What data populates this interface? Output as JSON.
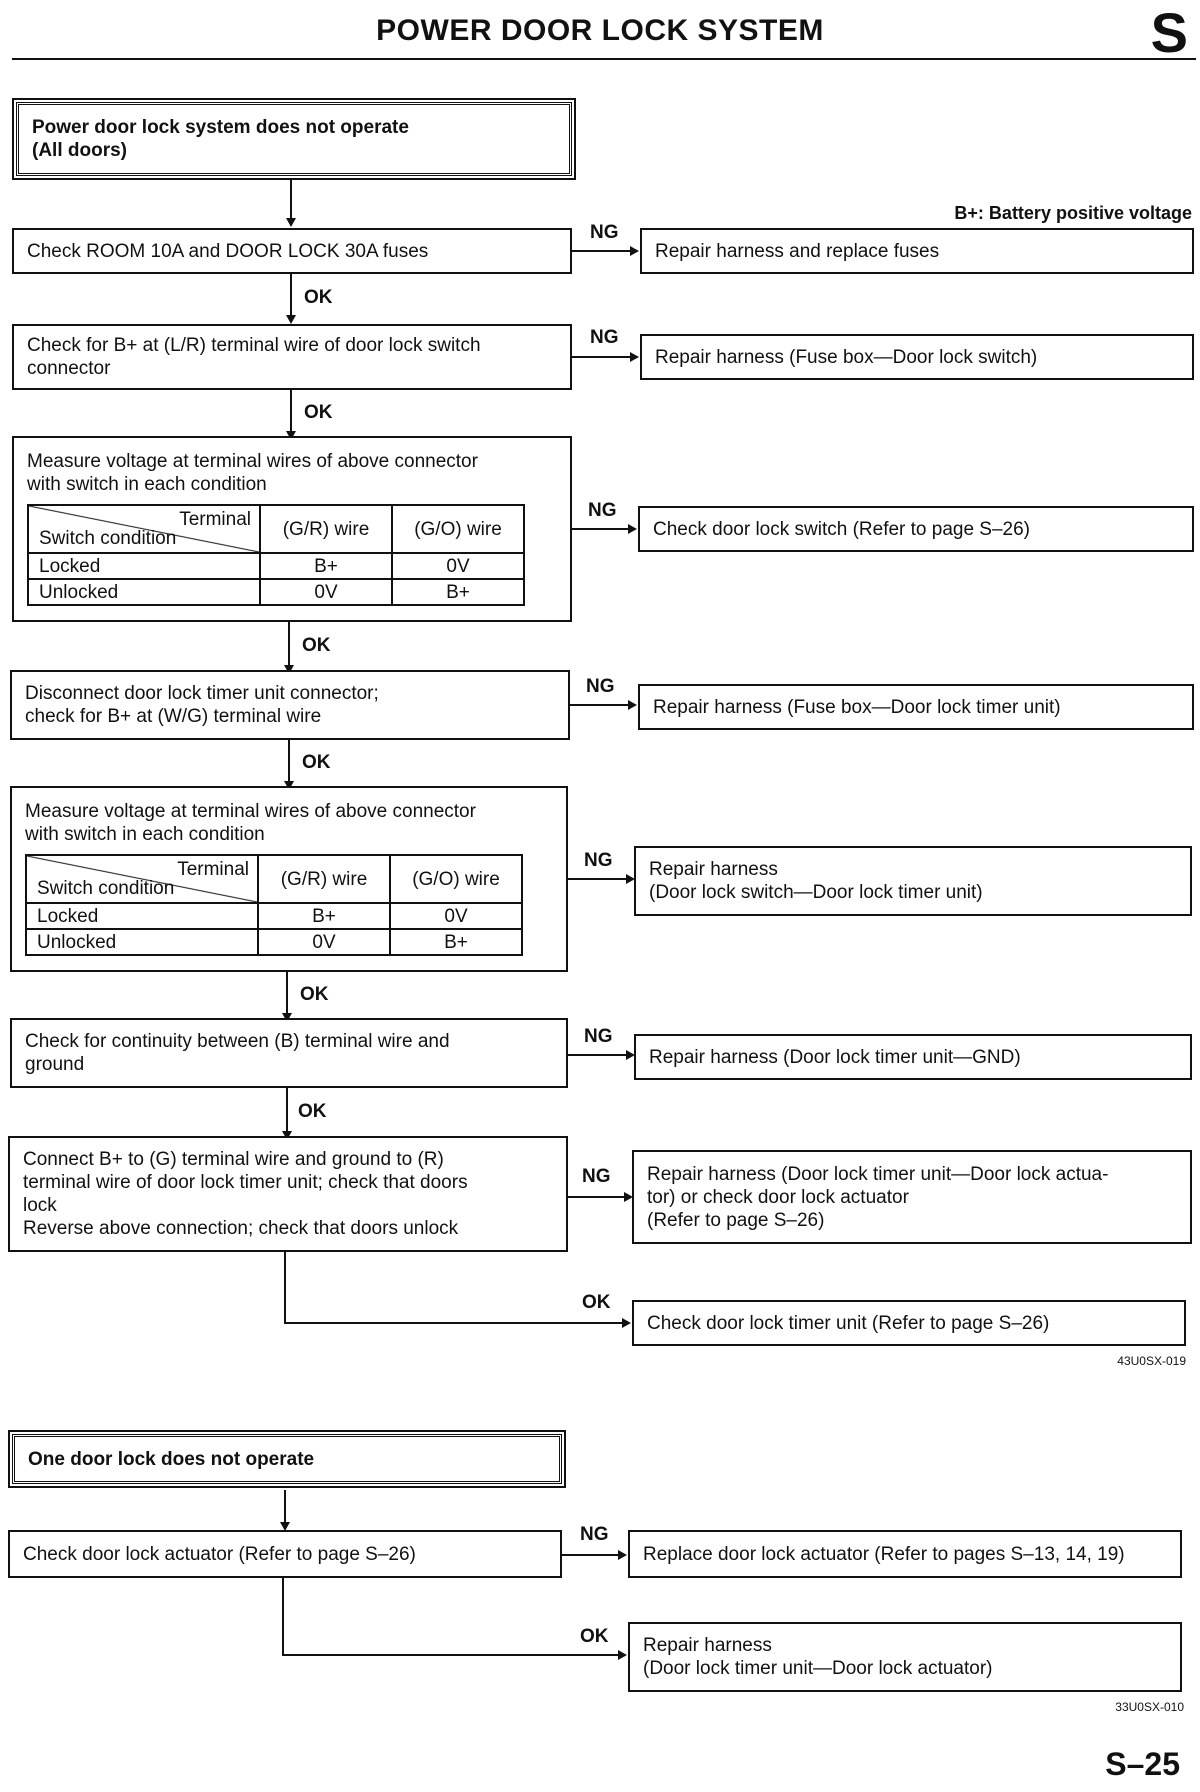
{
  "header": {
    "title": "POWER DOOR LOCK SYSTEM",
    "section_letter": "S"
  },
  "note": "B+: Battery positive voltage",
  "flow1": {
    "start": "Power door lock system does not operate\n(All doors)",
    "steps": [
      {
        "check": "Check ROOM 10A and DOOR LOCK 30A fuses",
        "ng": "Repair harness and replace fuses"
      },
      {
        "check": "Check for B+ at (L/R) terminal wire of door lock switch\nconnector",
        "ng": "Repair harness (Fuse box—Door lock switch)"
      },
      {
        "check": "Measure voltage at terminal wires of above connector\nwith switch in each condition",
        "ng": "Check door lock switch (Refer to page S–26)"
      },
      {
        "check": "Disconnect door lock timer unit connector;\ncheck for B+ at (W/G) terminal wire",
        "ng": "Repair harness (Fuse box—Door lock timer unit)"
      },
      {
        "check": "Measure voltage at terminal wires of above connector\nwith switch in each condition",
        "ng": "Repair harness\n(Door lock switch—Door lock timer unit)"
      },
      {
        "check": "Check for continuity between (B) terminal wire and\nground",
        "ng": "Repair harness (Door lock timer unit—GND)"
      },
      {
        "check": "Connect B+ to (G) terminal wire and ground to (R)\nterminal wire of door lock timer unit; check that doors\nlock\nReverse above connection; check that doors unlock",
        "ng": "Repair harness (Door lock timer unit—Door lock actua-\ntor) or check door lock actuator\n(Refer to page S–26)"
      }
    ],
    "final_ok": "Check door lock timer unit (Refer to page S–26)",
    "ref": "43U0SX-019"
  },
  "table": {
    "h_terminal": "Terminal",
    "h_switch": "Switch condition",
    "h_gr": "(G/R) wire",
    "h_go": "(G/O) wire",
    "rows": [
      {
        "cond": "Locked",
        "gr": "B+",
        "go": "0V"
      },
      {
        "cond": "Unlocked",
        "gr": "0V",
        "go": "B+"
      }
    ]
  },
  "flow2": {
    "start": "One door lock does not operate",
    "check": "Check door lock actuator (Refer to page S–26)",
    "ng": "Replace door lock actuator (Refer to pages S–13, 14, 19)",
    "ok": "Repair harness\n(Door lock timer unit—Door lock actuator)",
    "ref": "33U0SX-010"
  },
  "labels": {
    "ok": "OK",
    "ng": "NG"
  },
  "page_number": "S–25"
}
